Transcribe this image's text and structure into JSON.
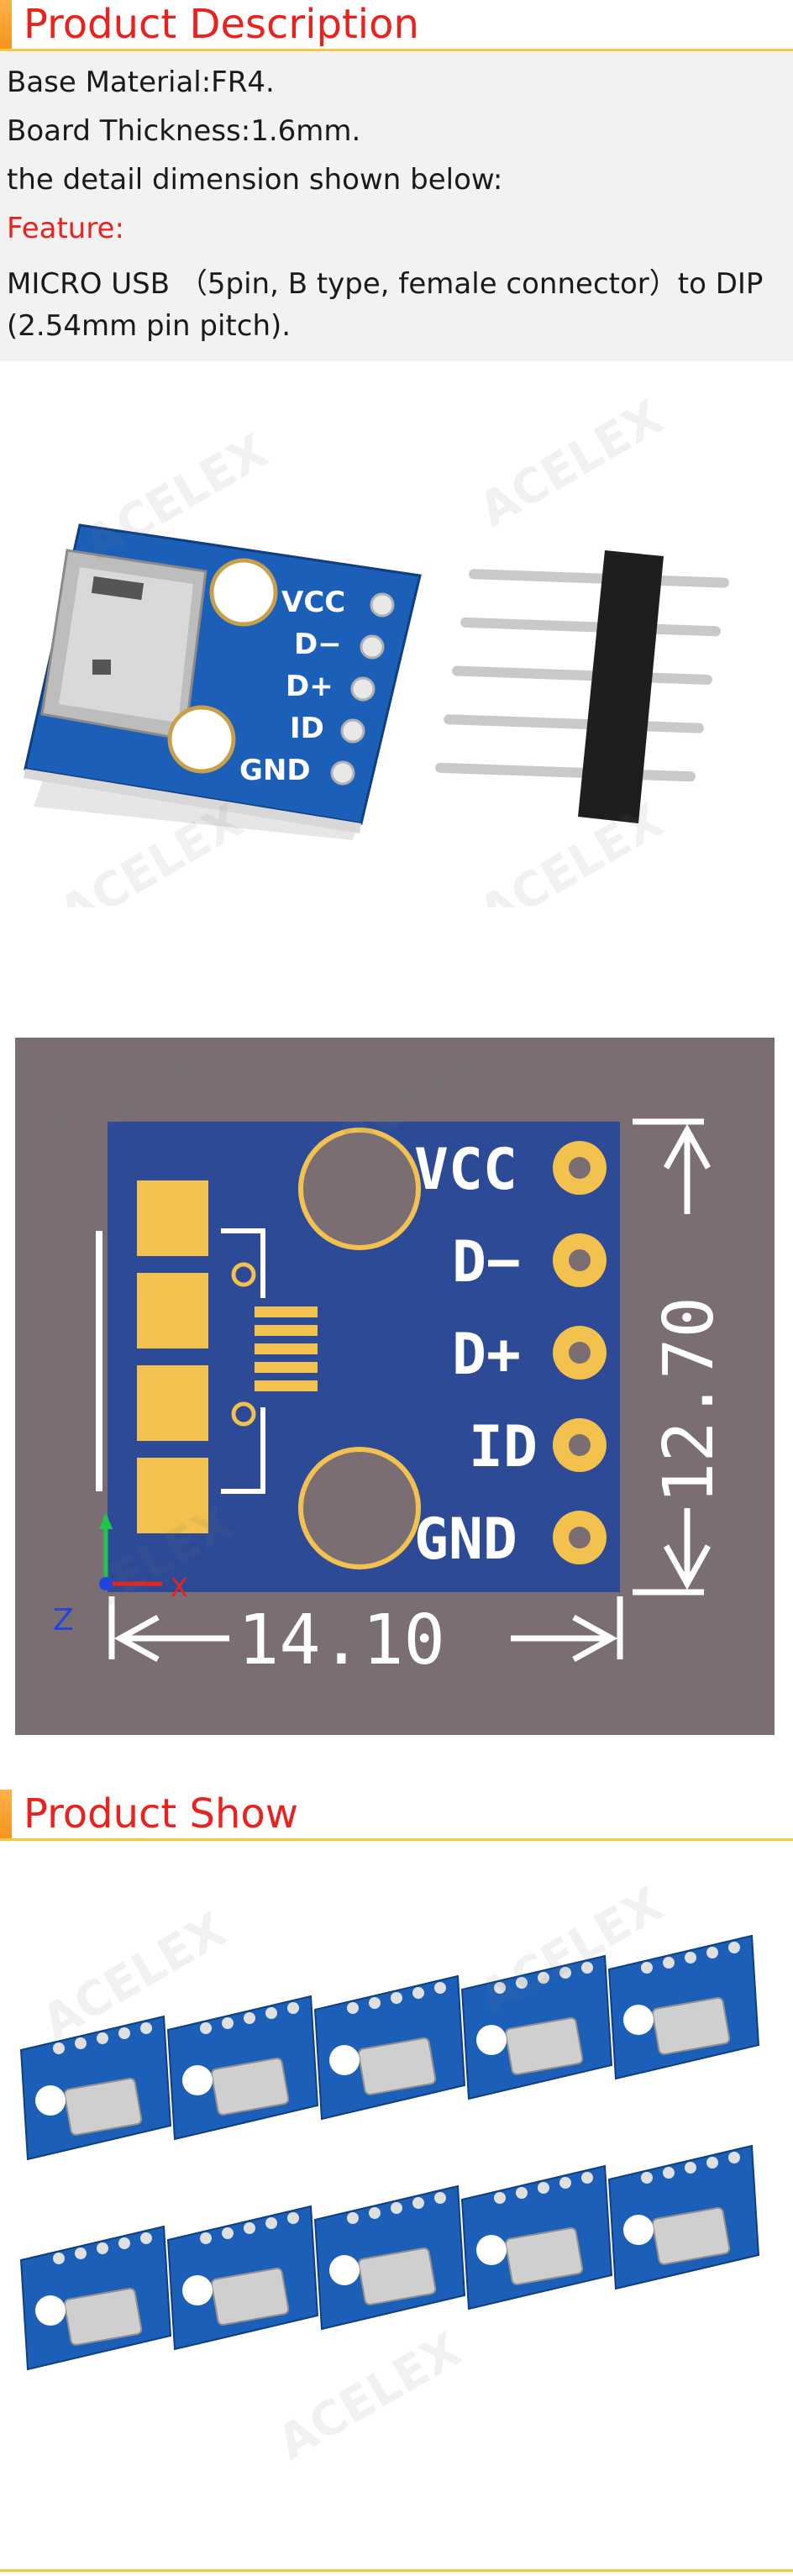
{
  "sections": {
    "description": {
      "title": "Product Description"
    },
    "show": {
      "title": "Product Show"
    }
  },
  "description": {
    "line1": "Base Material:FR4.",
    "line2": "Board Thickness:1.6mm.",
    "line3": "the detail dimension shown below:",
    "feature_label": "Feature:",
    "feature_line1": "MICRO USB （5pin, B type, female connector）to DIP",
    "feature_line2": "(2.54mm pin pitch)."
  },
  "board_labels": {
    "vcc": "VCC",
    "dminus": "D−",
    "dplus": "D+",
    "id": "ID",
    "gnd": "GND"
  },
  "dimensions": {
    "width": "14.10",
    "height": "12.70",
    "axis_x": "X",
    "axis_z": "Z"
  },
  "colors": {
    "accent_red": "#e8231f",
    "accent_orange": "#f7941d",
    "rule_yellow": "#f5c842",
    "pcb_blue": "#1c5fb8"
  }
}
